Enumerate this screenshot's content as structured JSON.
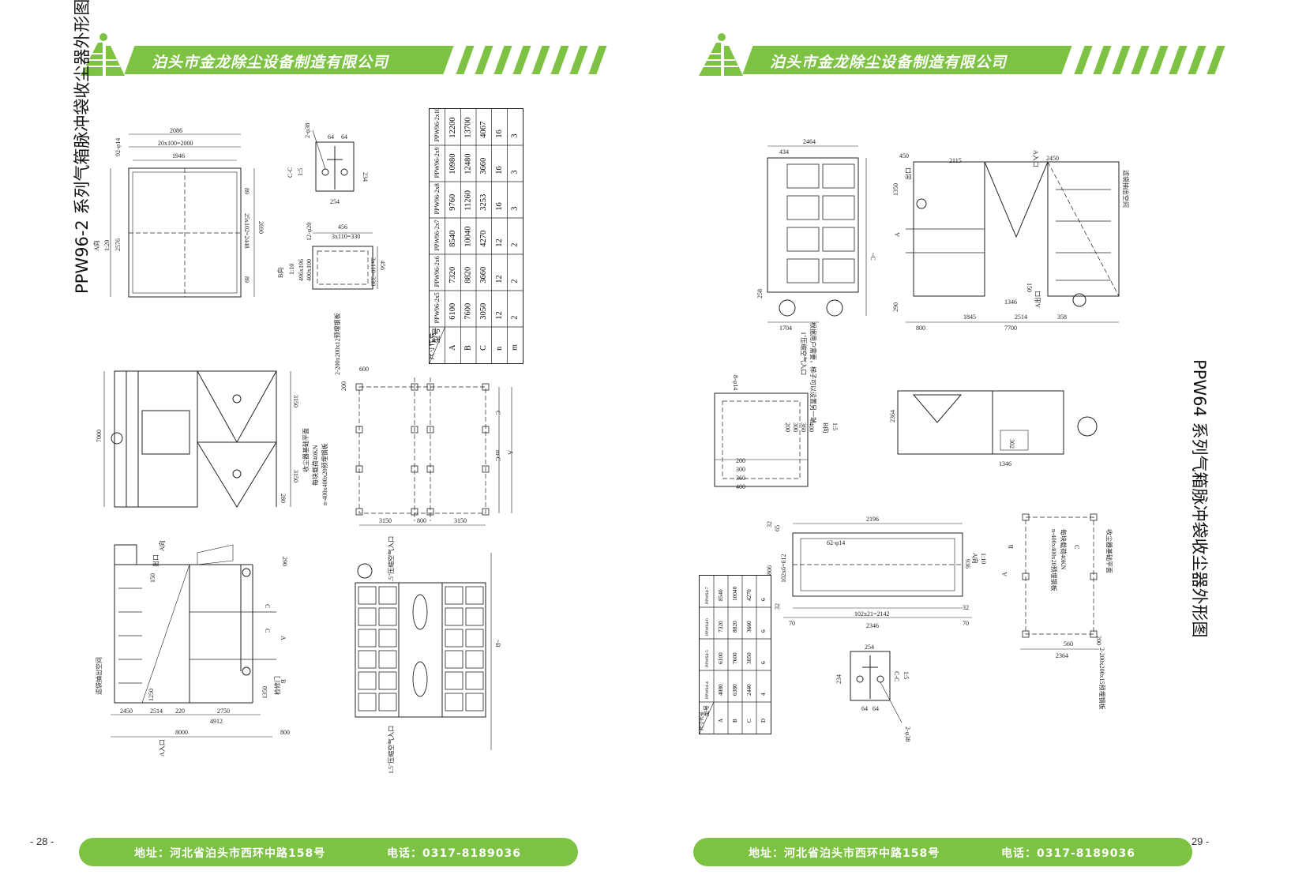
{
  "header": {
    "company": "泊头市金龙除尘设备制造有限公司",
    "brand_color": "#7dc242",
    "logo_icon": "jinlong-logo-icon"
  },
  "footer": {
    "address": "地址：河北省泊头市西环中路158号",
    "phone": "电话：0317-8189036"
  },
  "left_page": {
    "page_number": "- 28 -",
    "title": "PPW96-2 系列气箱脉冲袋收尘器外形图",
    "spec_table": {
      "header_row": [
        "型号",
        "尺寸代号"
      ],
      "models": [
        "PPW96-2x5",
        "PPW96-2x6",
        "PPW96-2x7",
        "PPW96-2x8",
        "PPW96-2x9",
        "PPW96-2x10"
      ],
      "rows": [
        {
          "code": "A",
          "values": [
            "6100",
            "7320",
            "8540",
            "9760",
            "10980",
            "12200"
          ]
        },
        {
          "code": "B",
          "values": [
            "7600",
            "8820",
            "10040",
            "11260",
            "12480",
            "13700"
          ]
        },
        {
          "code": "C",
          "values": [
            "3050",
            "3660",
            "4270",
            "3253",
            "3660",
            "4067"
          ]
        },
        {
          "code": "n",
          "values": [
            "12",
            "12",
            "12",
            "16",
            "16",
            "16"
          ]
        },
        {
          "code": "m",
          "values": [
            "2",
            "2",
            "2",
            "3",
            "3",
            "3"
          ]
        }
      ]
    },
    "dims": {
      "top_view": [
        "2086",
        "20x100=2000",
        "1946",
        "92-φ14",
        "A向",
        "1:20",
        "2576",
        "89",
        "25x102=2448",
        "2690",
        "89"
      ],
      "cc_section": [
        "2-φ38",
        "64",
        "64",
        "C-C",
        "1:5",
        "234",
        "254"
      ],
      "b_view": [
        "12-φ20",
        "456",
        "3x110=330",
        "B向",
        "1:10",
        "496x196",
        "400x100",
        "3x110=330",
        "456"
      ],
      "side_view": [
        "7000",
        "3150",
        "3150",
        "280"
      ],
      "foundation": [
        "2-200x200x12预埋钢板",
        "600",
        "200",
        "收尘器基础平面",
        "每块载荷40KN",
        "n-400x400x20预埋钢板",
        "C",
        "m-C",
        "A",
        "3150",
        "800",
        "3150"
      ],
      "front_view": [
        "A向",
        "出口",
        "150",
        "290",
        "C",
        "C",
        "A",
        "B",
        "滤袋抽出空间",
        "1350",
        "检修门",
        "1250",
        "2450",
        "2514",
        "220",
        "2750",
        "4912",
        "800",
        "8000",
        "A入口"
      ],
      "plan_view": [
        "1.5\"压缩空气入口",
        "1.5\"压缩空气入口",
        "~B"
      ]
    }
  },
  "right_page": {
    "page_number": "- 29 -",
    "title": "PPW64 系列气箱脉冲袋收尘器外形图",
    "spec_table": {
      "header_row": [
        "型号",
        "尺寸代号"
      ],
      "models": [
        "PPW64-4",
        "PPW64-5",
        "PPW64-6",
        "PPW64-7"
      ],
      "rows": [
        {
          "code": "A",
          "values": [
            "4880",
            "6100",
            "7320",
            "8540"
          ]
        },
        {
          "code": "B",
          "values": [
            "6380",
            "7600",
            "8820",
            "10040"
          ]
        },
        {
          "code": "C",
          "values": [
            "2440",
            "3050",
            "3660",
            "4270"
          ]
        },
        {
          "code": "D",
          "values": [
            "4",
            "6",
            "6",
            "6"
          ]
        }
      ]
    },
    "dims": {
      "end_view": [
        "2464",
        "434",
        "~C",
        "258",
        "1704",
        "1\"压缩空气入口",
        "根据用户需要，梯子可以设置另一端"
      ],
      "elevation": [
        "450",
        "2115",
        "2450",
        "A入口",
        "1350",
        "出口",
        "A",
        "滤袋抽出空间",
        "290",
        "1346",
        "1845",
        "2514",
        "358",
        "800",
        "7700",
        "A出口",
        "150"
      ],
      "b_view": [
        "8-φ14",
        "400",
        "360",
        "300",
        "200",
        "B向",
        "1:5",
        "200",
        "300",
        "360",
        "400"
      ],
      "side_small": [
        "2364",
        "302",
        "1346"
      ],
      "a_view": [
        "2196",
        "65",
        "32",
        "62-φ14",
        "102x6=612",
        "806",
        "A向",
        "1:10",
        "936",
        "32",
        "70",
        "102x21=2142",
        "2346",
        "70",
        "32"
      ],
      "cc_section": [
        "254",
        "234",
        "C-C",
        "1:5",
        "64",
        "64",
        "2-φ38"
      ],
      "foundation": [
        "收尘器基础平面",
        "n-400x400x20预埋钢板",
        "每块载荷40KN",
        "B",
        "A",
        "C",
        "560",
        "2364",
        "200",
        "2-200x200x15预埋钢板"
      ]
    }
  }
}
